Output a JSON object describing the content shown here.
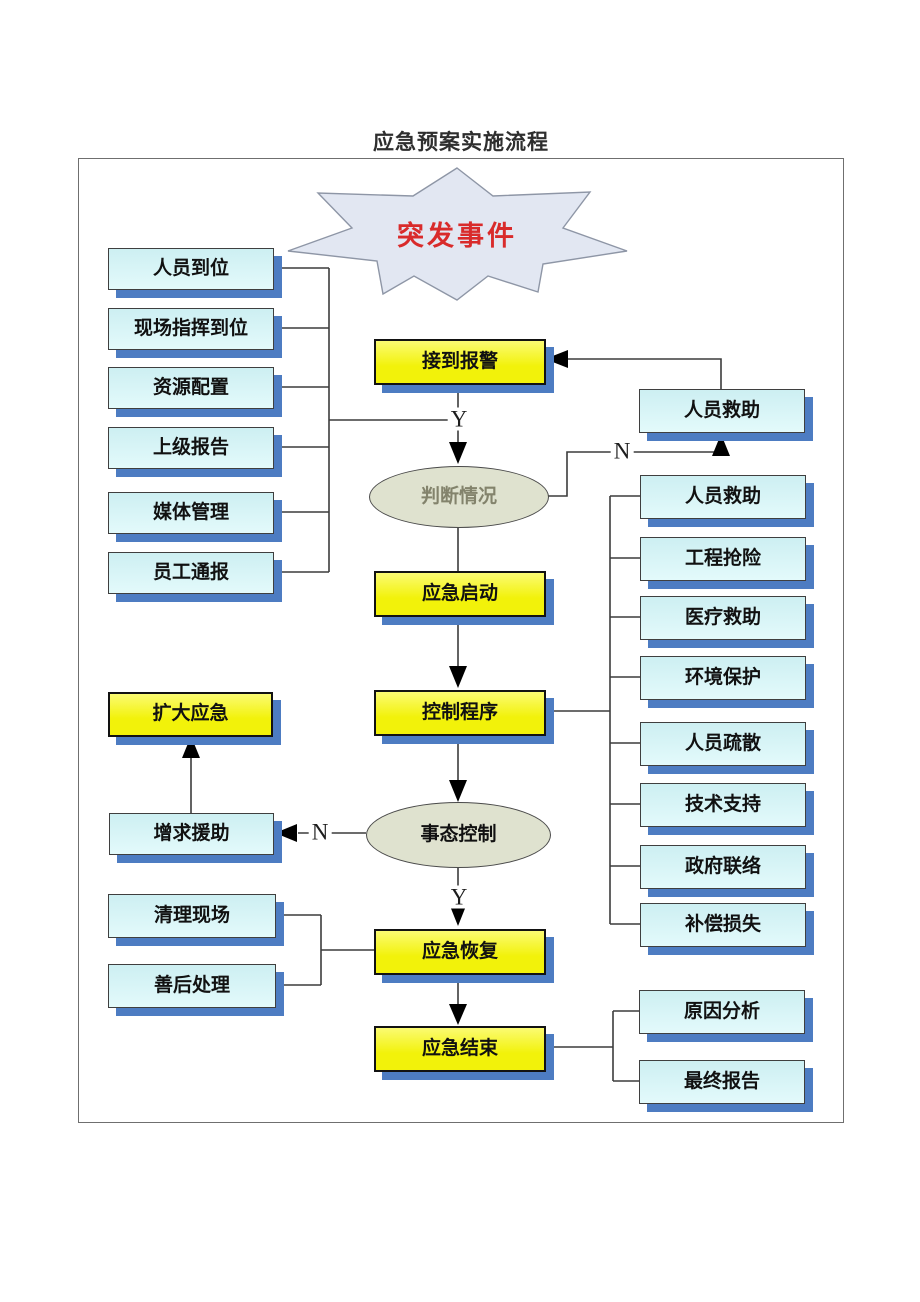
{
  "title": "应急预案实施流程",
  "burst_label": "突发事件",
  "left_column": [
    "人员到位",
    "现场指挥到位",
    "资源配置",
    "上级报告",
    "媒体管理",
    "员工通报"
  ],
  "center": {
    "receive_alarm": "接到报警",
    "assess_situation": "判断情况",
    "emergency_start": "应急启动",
    "control_procedure": "控制程序",
    "situation_control": "事态控制",
    "emergency_recovery": "应急恢复",
    "emergency_end": "应急结束"
  },
  "left_lower": {
    "expand_emergency": "扩大应急",
    "request_assistance": "增求援助",
    "site_cleanup": "清理现场",
    "aftermath_handling": "善后处理"
  },
  "right_top": {
    "personnel_rescue": "人员救助"
  },
  "right_group": [
    "人员救助",
    "工程抢险",
    "医疗救助",
    "环境保护",
    "人员疏散",
    "技术支持",
    "政府联络",
    "补偿损失"
  ],
  "bottom_right": [
    "原因分析",
    "最终报告"
  ],
  "edge_labels": {
    "yes_top": "Y",
    "no_right": "N",
    "no_left": "N",
    "yes_bottom": "Y"
  },
  "colors": {
    "process_fill": "#f2f20a",
    "task_fill": "#e3fafb",
    "shadow": "#4d7cc2",
    "decision_fill": "#dfe2cf",
    "burst_fill": "#e2e7f2",
    "burst_text": "#d92b2b"
  }
}
